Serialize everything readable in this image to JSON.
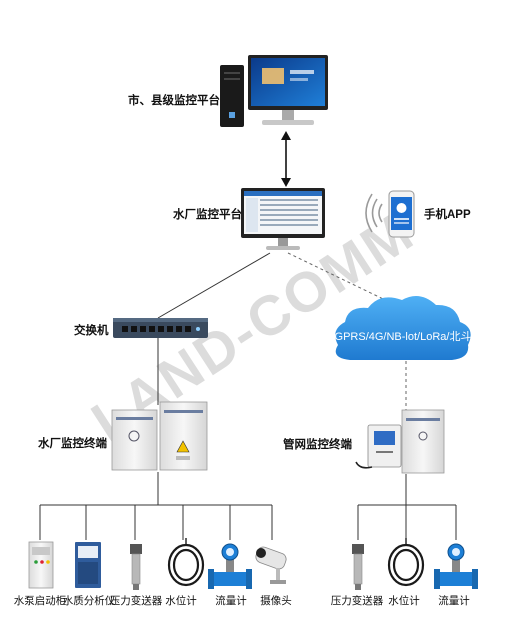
{
  "watermark": "LAND-COMM",
  "nodes": {
    "city_platform": "市、县级监控平台",
    "plant_platform": "水厂监控平台",
    "mobile_app": "手机APP",
    "switch": "交换机",
    "cloud": "GPRS/4G/NB-lot/LoRa/北斗",
    "plant_terminal": "水厂监控终端",
    "pipe_terminal": "管网监控终端"
  },
  "plant_devices": [
    {
      "label": "水泵启动柜",
      "icon": "pump-cabinet-icon"
    },
    {
      "label": "水质分析仪",
      "icon": "water-quality-analyzer-icon"
    },
    {
      "label": "压力变送器",
      "icon": "pressure-transmitter-icon"
    },
    {
      "label": "水位计",
      "icon": "level-gauge-icon"
    },
    {
      "label": "流量计",
      "icon": "flow-meter-icon"
    },
    {
      "label": "摄像头",
      "icon": "camera-icon"
    }
  ],
  "pipe_devices": [
    {
      "label": "压力变送器",
      "icon": "pressure-transmitter-icon"
    },
    {
      "label": "水位计",
      "icon": "level-gauge-icon"
    },
    {
      "label": "流量计",
      "icon": "flow-meter-icon"
    }
  ],
  "colors": {
    "cloud": "#2e8fe0",
    "line": "#333333",
    "dashed": "#666666",
    "cabinet": "#eeeeee",
    "meter_blue": "#1d7fd6"
  }
}
